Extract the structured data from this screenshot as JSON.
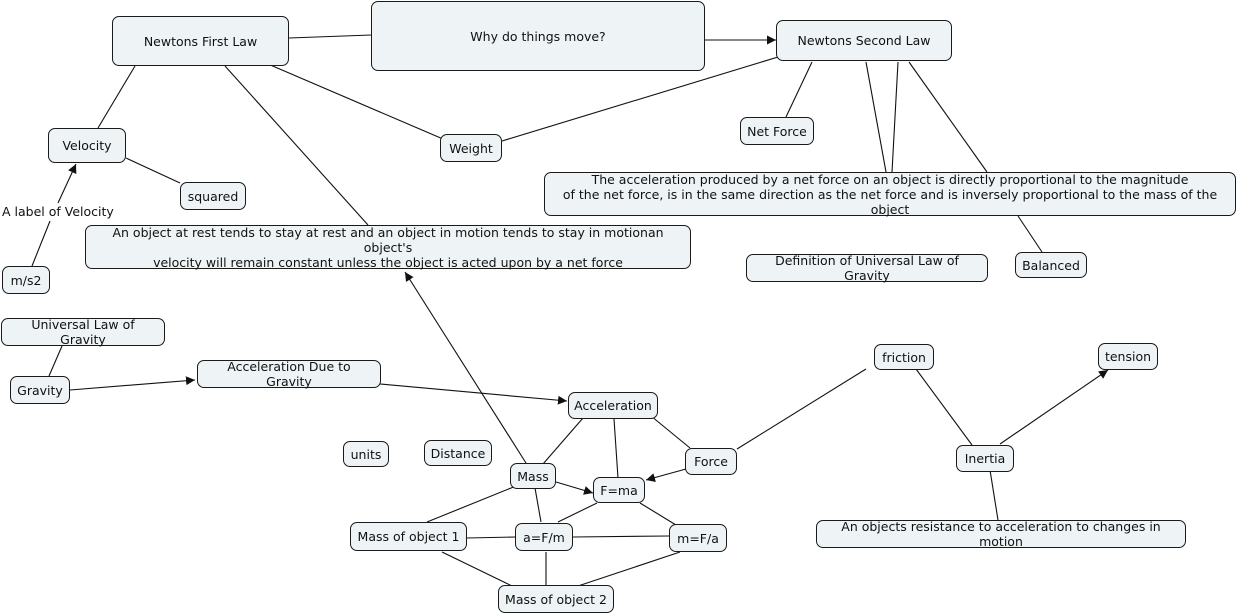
{
  "nodes": {
    "why_move": "Why do things move?",
    "first_law": "Newtons First Law",
    "second_law": "Newtons Second Law",
    "velocity": "Velocity",
    "weight": "Weight",
    "net_force": "Net Force",
    "squared": "squared",
    "second_law_def": "The acceleration produced by a net force on an object is directly proportional to the magnitude\nof the net force, is in the same direction as the net force and is inversely proportional to the mass of the object",
    "first_law_def": "An object at rest tends to stay at rest and an object in motion tends to stay in motionan object's\nvelocity will remain constant unless the object is acted upon by a net force",
    "ms2": "m/s2",
    "ulg_def": "Definition of Universal Law of Gravity",
    "balanced": "Balanced",
    "ulg": "Universal Law of Gravity",
    "gravity": "Gravity",
    "accel_gravity": "Acceleration Due to Gravity",
    "friction": "friction",
    "tension": "tension",
    "acceleration": "Acceleration",
    "units": "units",
    "distance": "Distance",
    "mass": "Mass",
    "force": "Force",
    "inertia": "Inertia",
    "fma": "F=ma",
    "mass1": "Mass of object 1",
    "afm": "a=F/m",
    "mfa": "m=F/a",
    "inertia_def": "An objects resistance to acceleration to changes in motion",
    "mass2": "Mass of object 2"
  },
  "edge_labels": {
    "velocity_label": "A label of Velocity"
  }
}
